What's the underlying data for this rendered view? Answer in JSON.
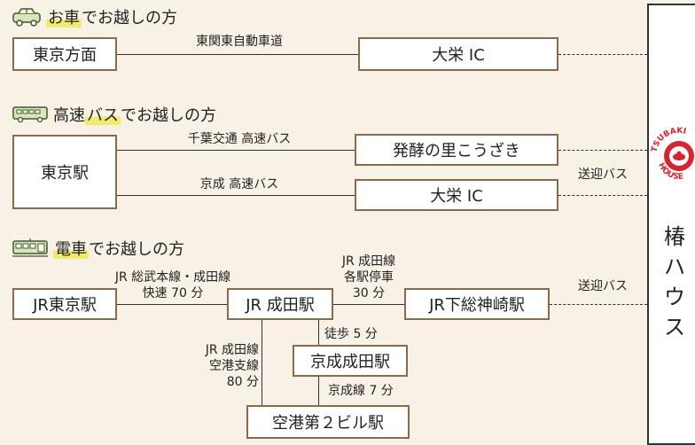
{
  "colors": {
    "background": "#f7f1e6",
    "box_border": "#8a6a4a",
    "highlight": "#f2ec6c",
    "logo_red": "#d9232e"
  },
  "car": {
    "title_prefix": "お車",
    "title_suffix": "でお越しの方",
    "icon": "car-icon",
    "origin": "東京方面",
    "route": "東関東自動車道",
    "destination": "大栄 IC"
  },
  "bus": {
    "title_prefix": "高速",
    "title_mid": "バス",
    "title_suffix": "でお越しの方",
    "icon": "bus-icon",
    "origin": "東京駅",
    "route1": "千葉交通 高速バス",
    "stop1": "発酵の里こうざき",
    "route2": "京成 高速バス",
    "stop2": "大栄 IC",
    "shuttle": "送迎バス"
  },
  "train": {
    "title_prefix": "電車",
    "title_suffix": "でお越しの方",
    "icon": "train-icon",
    "tokyo": "JR東京駅",
    "sobu_line": "JR 総武本線・成田線",
    "sobu_time": "快速 70 分",
    "narita": "JR 成田駅",
    "narita_line": "JR 成田線",
    "narita_line_type": "各駅停車",
    "narita_line_time": "30 分",
    "shimosa": "JR下総神崎駅",
    "shuttle": "送迎バス",
    "walk": "徒歩 5 分",
    "keisei_narita": "京成成田駅",
    "airport_line": "JR 成田線",
    "airport_branch": "空港支線",
    "airport_time": "80 分",
    "keisei_line": "京成線 7 分",
    "airport": "空港第２ビル駅"
  },
  "destination": {
    "name_chars": [
      "椿",
      "ハ",
      "ウ",
      "ス"
    ],
    "logo_top": "TSUBAKI",
    "logo_bottom": "HOUSE"
  }
}
